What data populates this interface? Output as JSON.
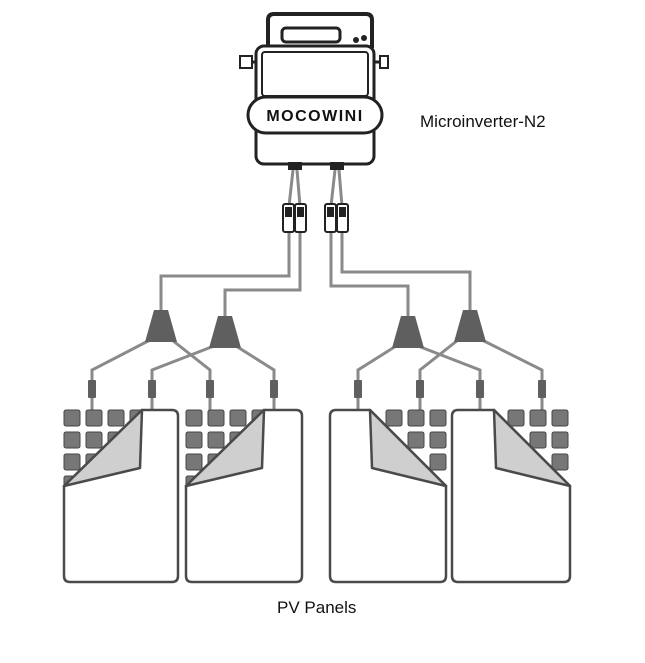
{
  "diagram": {
    "inverter": {
      "brand": "MOCOWINI",
      "label": "Microinverter-N2"
    },
    "panels_label": "PV Panels",
    "panel_count": 4,
    "colors": {
      "cable": "#8a8a8a",
      "connector": "#5f5f5f",
      "cell": "#777777",
      "outline": "#4a4a4a",
      "fold": "#cfcfcf"
    }
  }
}
